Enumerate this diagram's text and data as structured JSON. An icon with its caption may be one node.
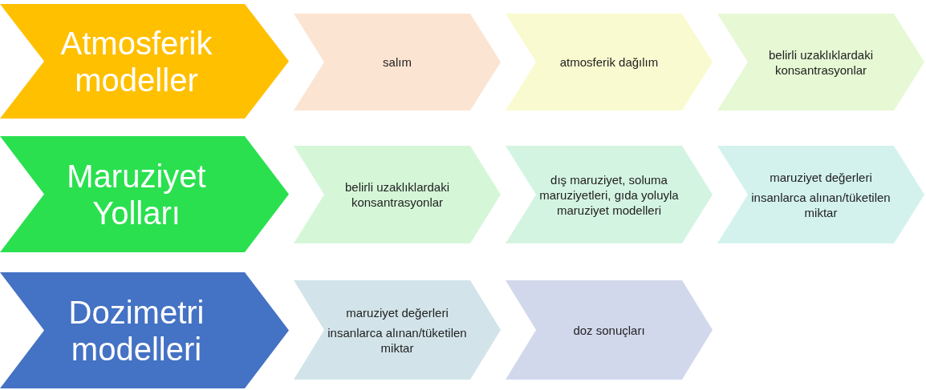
{
  "diagram": {
    "nodes": [
      {
        "text": [
          "Atmosferik modeller"
        ]
      },
      {
        "text": [
          "salım"
        ]
      },
      {
        "text": [
          "atmosferik dağılım"
        ]
      },
      {
        "text": [
          "belirli uzaklıklardaki konsantrasyonlar"
        ]
      },
      {
        "text": [
          "Maruziyet Yolları"
        ]
      },
      {
        "text": [
          "belirli uzaklıklardaki konsantrasyonlar"
        ]
      },
      {
        "text": [
          "dış maruziyet, soluma maruziyetleri, gıda yoluyla maruziyet modelleri"
        ]
      },
      {
        "text": [
          "maruziyet değerleri",
          "insanlarca alınan/tüketilen miktar"
        ]
      },
      {
        "text": [
          "Dozimetri modelleri"
        ]
      },
      {
        "text": [
          "maruziyet değerleri",
          "insanlarca alınan/tüketilen miktar"
        ]
      },
      {
        "text": [
          "doz sonuçları"
        ]
      }
    ]
  }
}
